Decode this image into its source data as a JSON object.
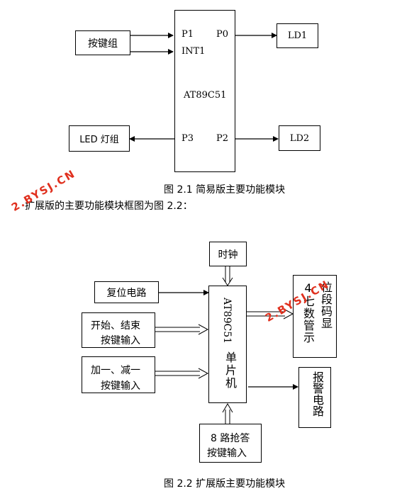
{
  "diagram1": {
    "mcu_label": "AT89C51",
    "pins": {
      "p1": "P1",
      "int1": "INT1",
      "p0": "P0",
      "p3": "P3",
      "p2": "P2"
    },
    "keys_label": "按键组",
    "ld1_label": "LD1",
    "led_group_label": "LED 灯组",
    "ld2_label": "LD2",
    "caption": "图 2.1  简易版主要功能模块"
  },
  "intro_text": "扩展版的主要功能模块框图为图 2.2：",
  "diagram2": {
    "clock_label": "时钟",
    "reset_label": "复位电路",
    "start_end_line1": "开始、结束",
    "start_end_line2": "按键输入",
    "plus_minus_line1": "加一、减一",
    "plus_minus_line2": "按键输入",
    "mcu_label_latin": "AT89C51",
    "mcu_label_cn": "单片机",
    "display_col1": "4七数管示",
    "display_col2": "位段码显",
    "alarm_label": "报警电路",
    "responder_line1": "8 路抢答",
    "responder_line2": "按键输入",
    "caption": "图 2.2  扩展版主要功能模块"
  },
  "watermarks": [
    "2.BYSJ.CN",
    "2.BYSJ.CN"
  ]
}
